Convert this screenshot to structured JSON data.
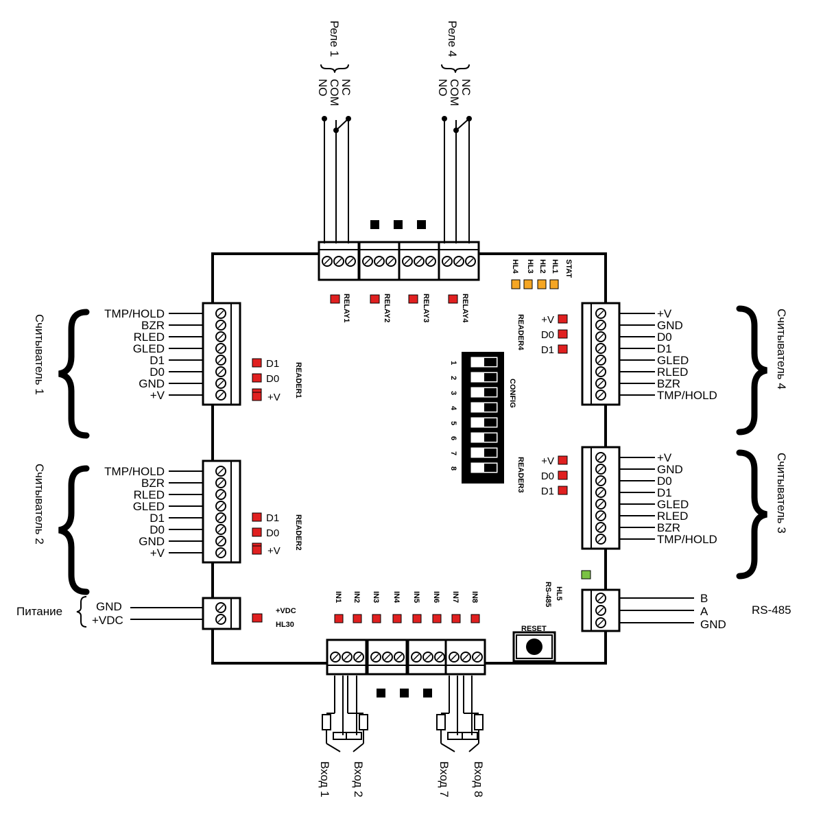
{
  "relays": {
    "group1": "Реле 1",
    "group4": "Реле 4",
    "pins": [
      "NO",
      "COM",
      "NC"
    ],
    "leds": [
      "RELAY1",
      "RELAY2",
      "RELAY3",
      "RELAY4"
    ]
  },
  "status": {
    "labels": [
      "STAT",
      "HL1",
      "HL2",
      "HL3",
      "HL4"
    ],
    "color": "#f5a623"
  },
  "readers": {
    "reader1": {
      "group": "Считыватель 1",
      "led": "READER1"
    },
    "reader2": {
      "group": "Считыватель 2",
      "led": "READER2"
    },
    "reader3": {
      "group": "Считыватель 3",
      "led": "READER3"
    },
    "reader4": {
      "group": "Считыватель 4",
      "led": "READER4"
    },
    "pins": [
      "TMP/HOLD",
      "BZR",
      "RLED",
      "GLED",
      "D1",
      "D0",
      "GND",
      "+V"
    ],
    "led_labels": [
      "D1",
      "D0",
      "+V"
    ],
    "led_color": "#e02020"
  },
  "config": {
    "label": "CONFIG",
    "switches": [
      "1",
      "2",
      "3",
      "4",
      "5",
      "6",
      "7",
      "8"
    ]
  },
  "power": {
    "group": "Питание",
    "pins": [
      "GND",
      "+VDC"
    ],
    "led_label": "+VDC",
    "led_name": "HL30"
  },
  "rs485": {
    "title": "RS-485",
    "led_name": "HL5",
    "led_label": "RS-485",
    "pins": [
      "B",
      "A",
      "GND"
    ],
    "led_color": "#7ac143"
  },
  "inputs": {
    "leds": [
      "IN1",
      "IN2",
      "IN3",
      "IN4",
      "IN5",
      "IN6",
      "IN7",
      "IN8"
    ],
    "labels": [
      "Вход 1",
      "Вход 2",
      "Вход 7",
      "Вход 8"
    ]
  },
  "reset": {
    "label": "RESET"
  }
}
